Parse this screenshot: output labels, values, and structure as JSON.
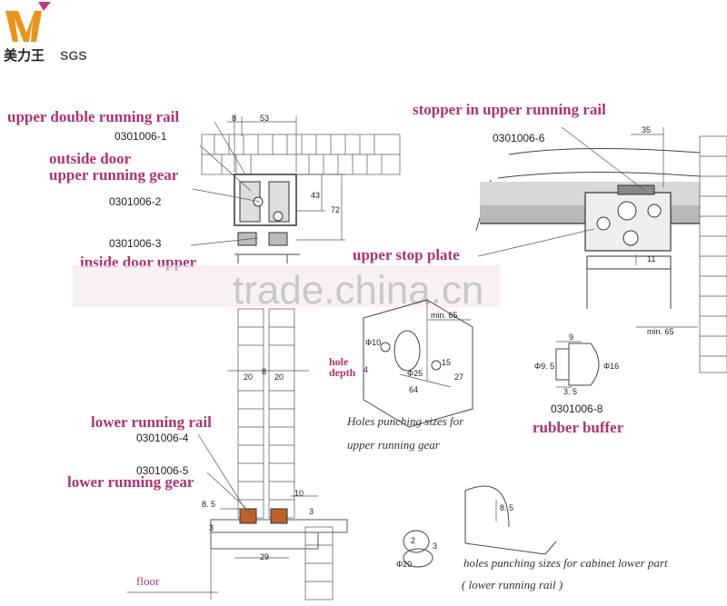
{
  "logo": {
    "brand_cn": "美力王",
    "cert": "SGS",
    "mark": "M-logo"
  },
  "watermark": "trade.china.cn",
  "labels": {
    "upper_double_rail": "upper double running rail",
    "upper_double_rail_code": "0301006-1",
    "outside_door_1": "outside door",
    "outside_door_2": "upper running gear",
    "outside_door_code": "0301006-2",
    "inside_door_code": "0301006-3",
    "inside_door": "inside door upper",
    "stopper": "stopper in upper running rail",
    "stopper_code": "0301006-6",
    "upper_stop_plate": "upper stop plate",
    "lower_rail": "lower running rail",
    "lower_rail_code": "0301006-4",
    "lower_gear_code": "0301006-5",
    "lower_gear": "lower running gear",
    "hole_depth_1": "hole",
    "hole_depth_2": "depth",
    "holes_upper_1": "Holes punching sizes for",
    "holes_upper_2": "upper running gear",
    "rubber_code": "0301006-8",
    "rubber_buffer": "rubber buffer",
    "holes_lower_1": "holes punching sizes for cabinet lower part",
    "holes_lower_2": "( lower running rail )",
    "floor": "floor"
  },
  "dims": {
    "d8a": "8",
    "d53": "53",
    "d43": "43",
    "d72": "72",
    "d35": "35",
    "d11": "11",
    "min65a": "min. 65",
    "min65b": "min. 65",
    "d20a": "20",
    "d8b": "8",
    "d20b": "20",
    "phi10": "Φ10",
    "d4": "4",
    "phi25": "Φ25",
    "d64": "64",
    "d27": "27",
    "d15": "15",
    "d9": "9",
    "phi95": "Φ9. 5",
    "phi16": "Φ16",
    "d35b": "3. 5",
    "d85a": "8. 5",
    "d3a": "3",
    "d10": "10",
    "d3b": "3",
    "d29": "29",
    "d85b": "8. 5",
    "d2": "2",
    "d3c": "3",
    "phi20": "Φ20"
  },
  "colors": {
    "label": "#b0326e",
    "brand_orange": "#e8941a",
    "brand_pink": "#c33a7a"
  }
}
